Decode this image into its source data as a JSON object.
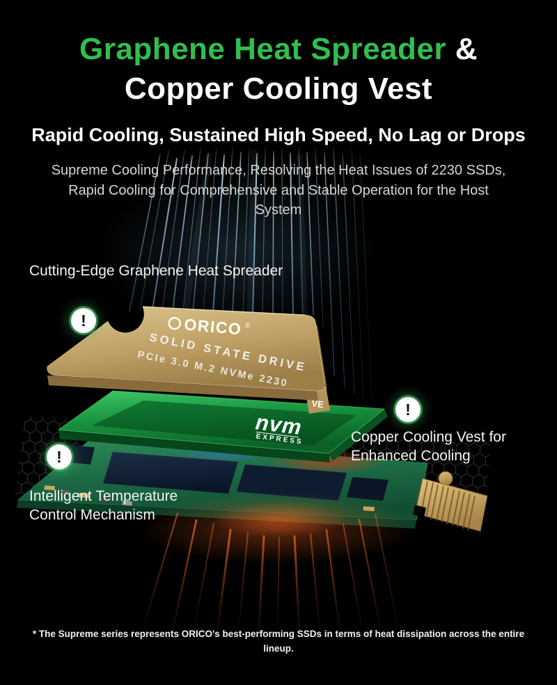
{
  "header": {
    "title_highlight": "Graphene Heat Spreader",
    "title_amp": " &",
    "title_line2": "Copper Cooling Vest",
    "subtitle": "Rapid Cooling, Sustained High Speed, No Lag or Drops",
    "description": "Supreme Cooling Performance, Resolving the Heat Issues of 2230 SSDs, Rapid Cooling for Comprehensive and Stable Operation for the Host System"
  },
  "callouts": {
    "exclamation_mark": "!",
    "graphene": {
      "label": "Cutting-Edge Graphene Heat Spreader"
    },
    "copper": {
      "line1": "Copper Cooling Vest for",
      "line2": "Enhanced Cooling"
    },
    "temperature": {
      "line1": "Intelligent Temperature",
      "line2": "Control Mechanism"
    }
  },
  "product": {
    "brand": "ORICO",
    "reg_mark": "®",
    "plate_line1": "SOLID STATE DRIVE",
    "plate_line2": "PCIe 3.0 M.2 NVMe 2230",
    "edge_text": "VE",
    "nvme_logo": "nvm",
    "nvme_logo_sub": "EXPRESS"
  },
  "footnote": "* The Supreme series represents ORICO's best-performing SSDs in terms of heat dissipation across the entire lineup.",
  "colors": {
    "accent_green": "#30bf4f",
    "background": "#000000",
    "gold": "#c3a76b",
    "vest_green": "#19923f",
    "pcb_green": "#1c6b45",
    "heat_orange": "#e0661f",
    "stream_blue": "#9fd3ef"
  }
}
